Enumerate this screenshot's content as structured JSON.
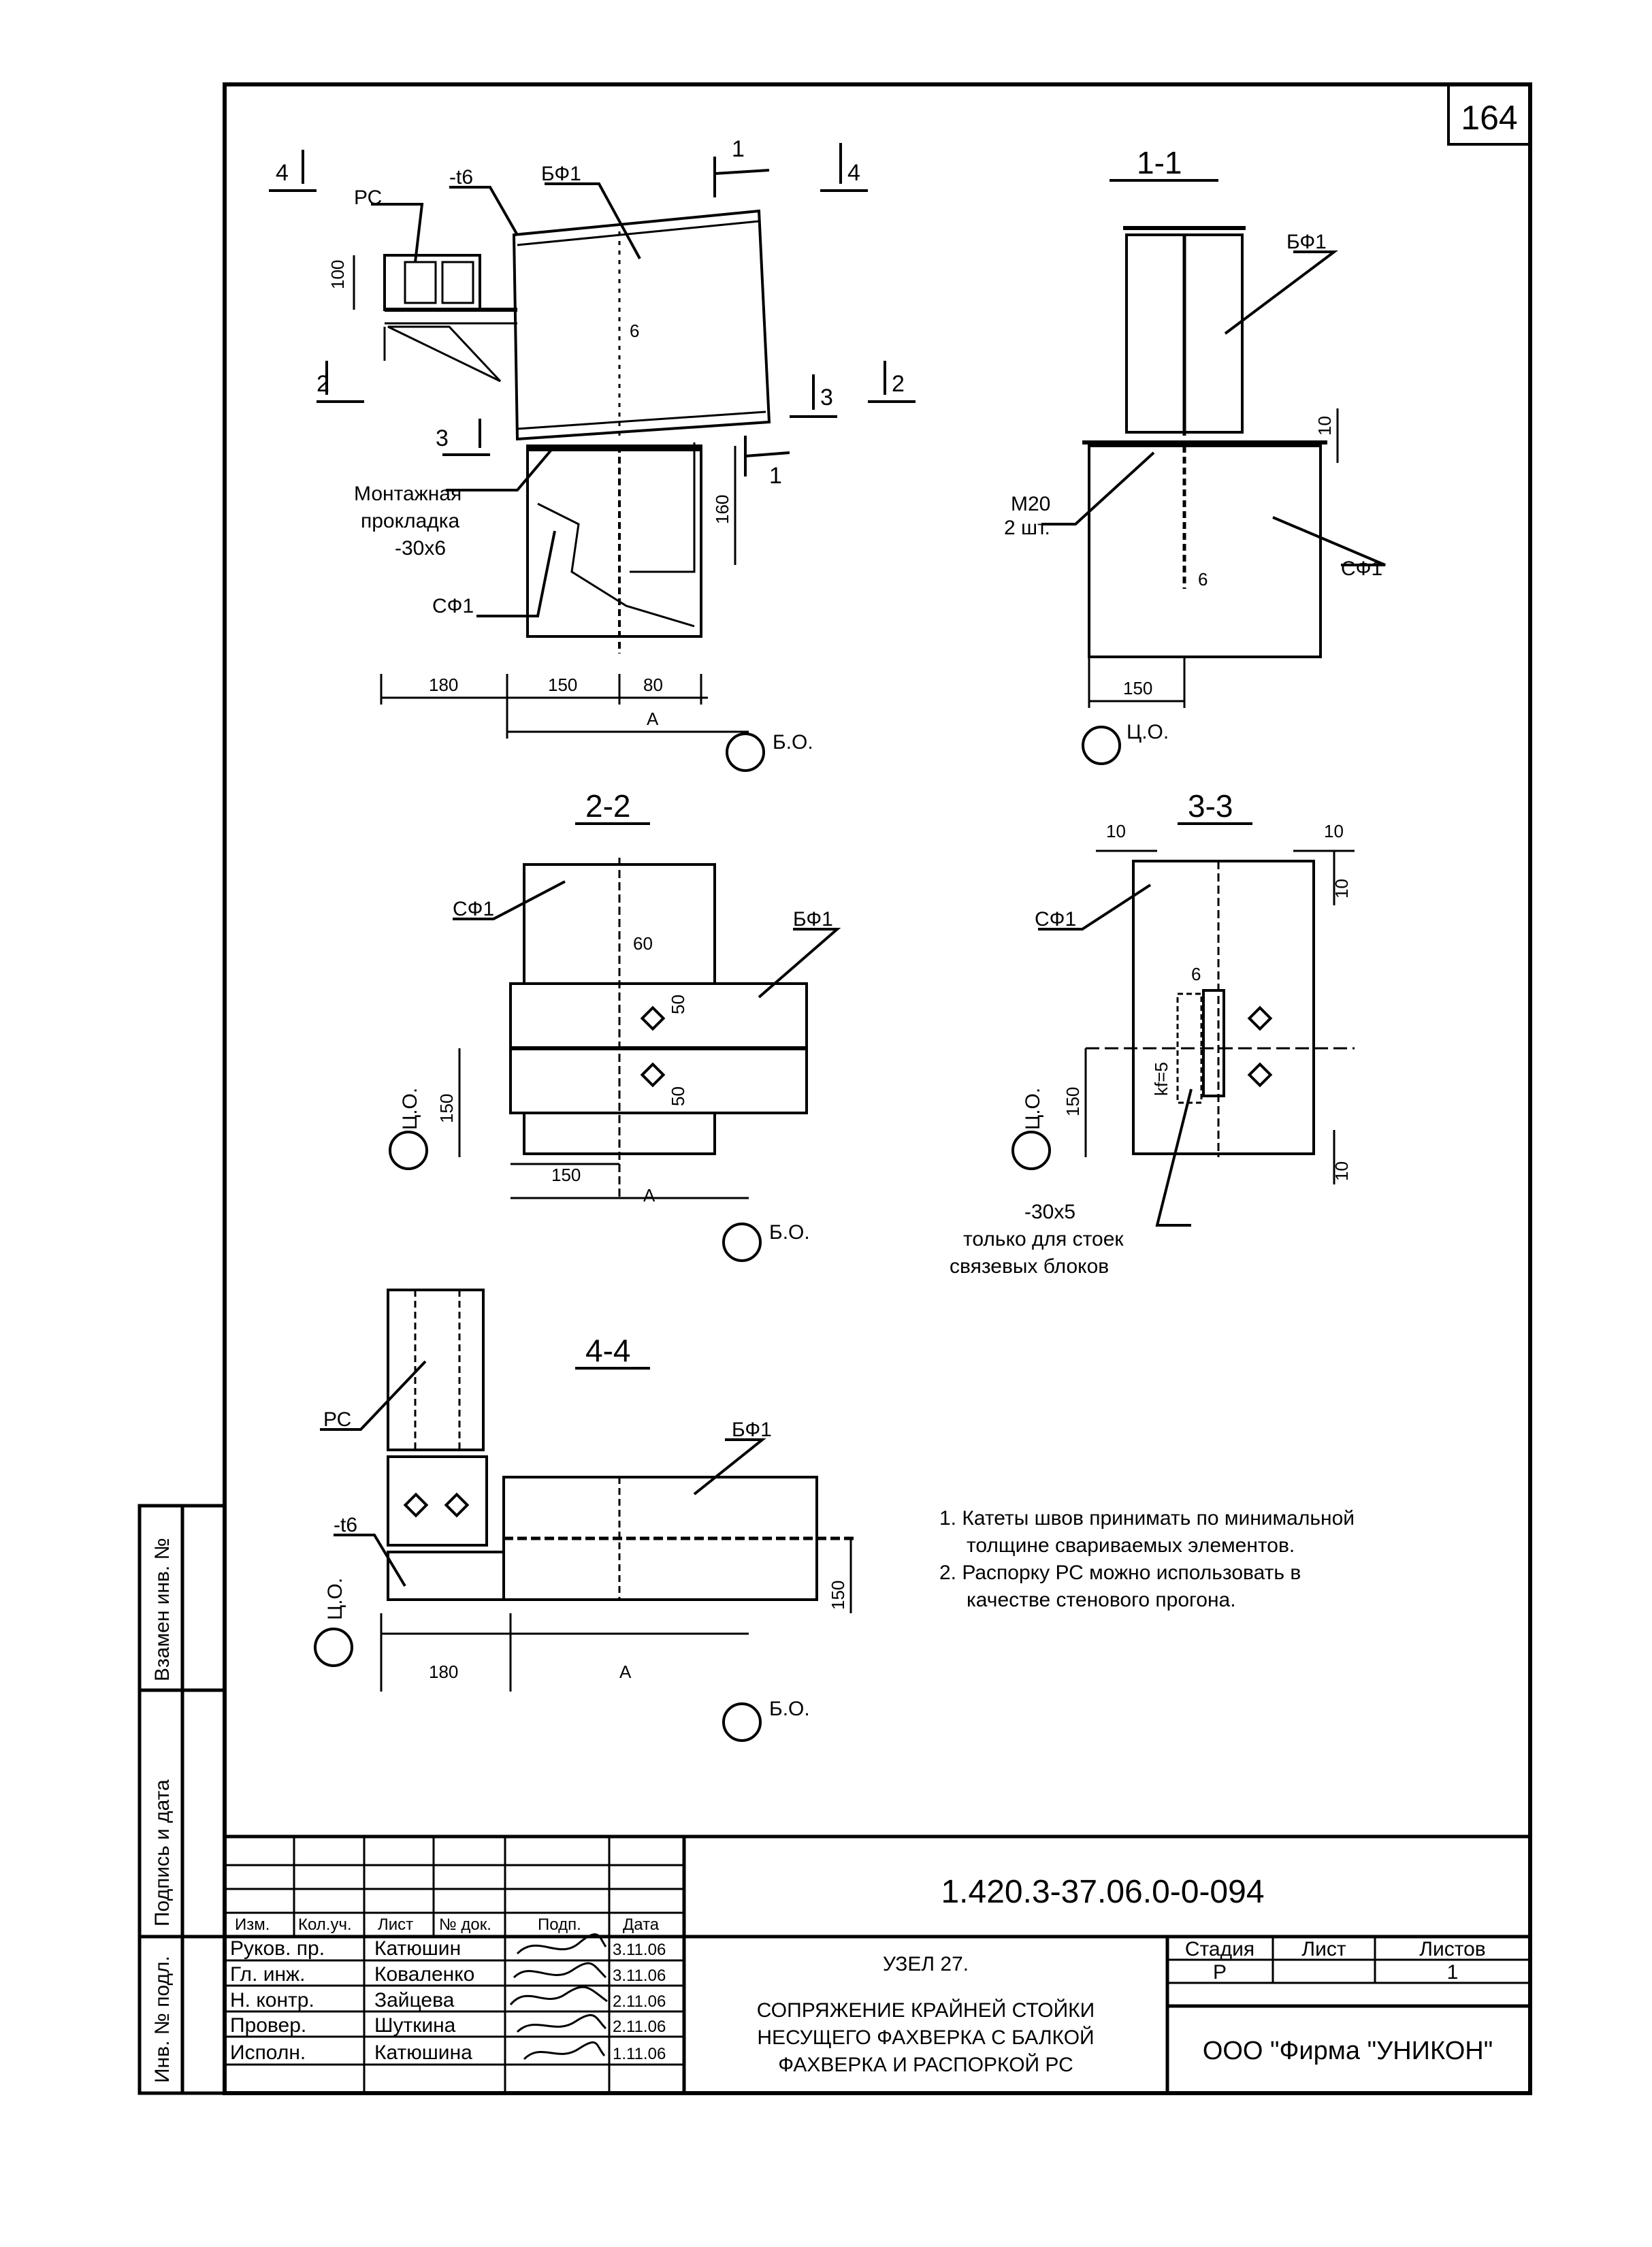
{
  "sheet_number": "164",
  "drawing_code": "1.420.3-37.06.0-0-094",
  "labels": {
    "rs": "РС",
    "bf1": "БФ1",
    "sf1": "СФ1",
    "t6": "-t6",
    "bo": "Б.О.",
    "co": "Ц.О.",
    "a": "А",
    "n1": "1",
    "n2": "2",
    "n3": "3",
    "n4": "4",
    "montazh_1": "Монтажная",
    "montazh_2": "прокладка",
    "montazh_3": "-30х6",
    "m20": "М20",
    "m20_qty": "2 шт.",
    "plate_30x5": "-30х5",
    "plate_note_1": "только для стоек",
    "plate_note_2": "связевых блоков",
    "kf5": "kf=5"
  },
  "dims": {
    "d100": "100",
    "d6": "6",
    "d160": "160",
    "d180": "180",
    "d150": "150",
    "d80": "80",
    "d10": "10",
    "d60": "60",
    "d50": "50"
  },
  "sections": {
    "s11": "1-1",
    "s22": "2-2",
    "s33": "3-3",
    "s44": "4-4"
  },
  "notes": [
    "1. Катеты швов принимать по минимальной",
    "толщине свариваемых элементов.",
    "2. Распорку РС можно использовать в",
    "качестве стенового прогона."
  ],
  "side_stamp": {
    "vzamen": "Взамен инв. №",
    "podpis": "Подпись и дата",
    "inv": "Инв. № подл."
  },
  "title_block": {
    "headers": [
      "Изм.",
      "Кол.уч.",
      "Лист",
      "№ док.",
      "Подп.",
      "Дата"
    ],
    "rows": [
      {
        "role": "Руков. пр.",
        "name": "Катюшин",
        "date": "3.11.06"
      },
      {
        "role": "Гл. инж.",
        "name": "Коваленко",
        "date": "3.11.06"
      },
      {
        "role": "Н. контр.",
        "name": "Зайцева",
        "date": "2.11.06"
      },
      {
        "role": "Провер.",
        "name": "Шуткина",
        "date": "2.11.06"
      },
      {
        "role": "Исполн.",
        "name": "Катюшина",
        "date": "1.11.06"
      }
    ],
    "node_title": "УЗЕЛ 27.",
    "desc_1": "СОПРЯЖЕНИЕ КРАЙНЕЙ СТОЙКИ",
    "desc_2": "НЕСУЩЕГО ФАХВЕРКА С БАЛКОЙ",
    "desc_3": "ФАХВЕРКА И РАСПОРКОЙ РС",
    "stage_header": "Стадия",
    "sheet_header": "Лист",
    "sheets_header": "Листов",
    "stage_value": "Р",
    "sheet_value": "",
    "sheets_value": "1",
    "company": "ООО  \"Фирма \"УНИКОН\""
  }
}
